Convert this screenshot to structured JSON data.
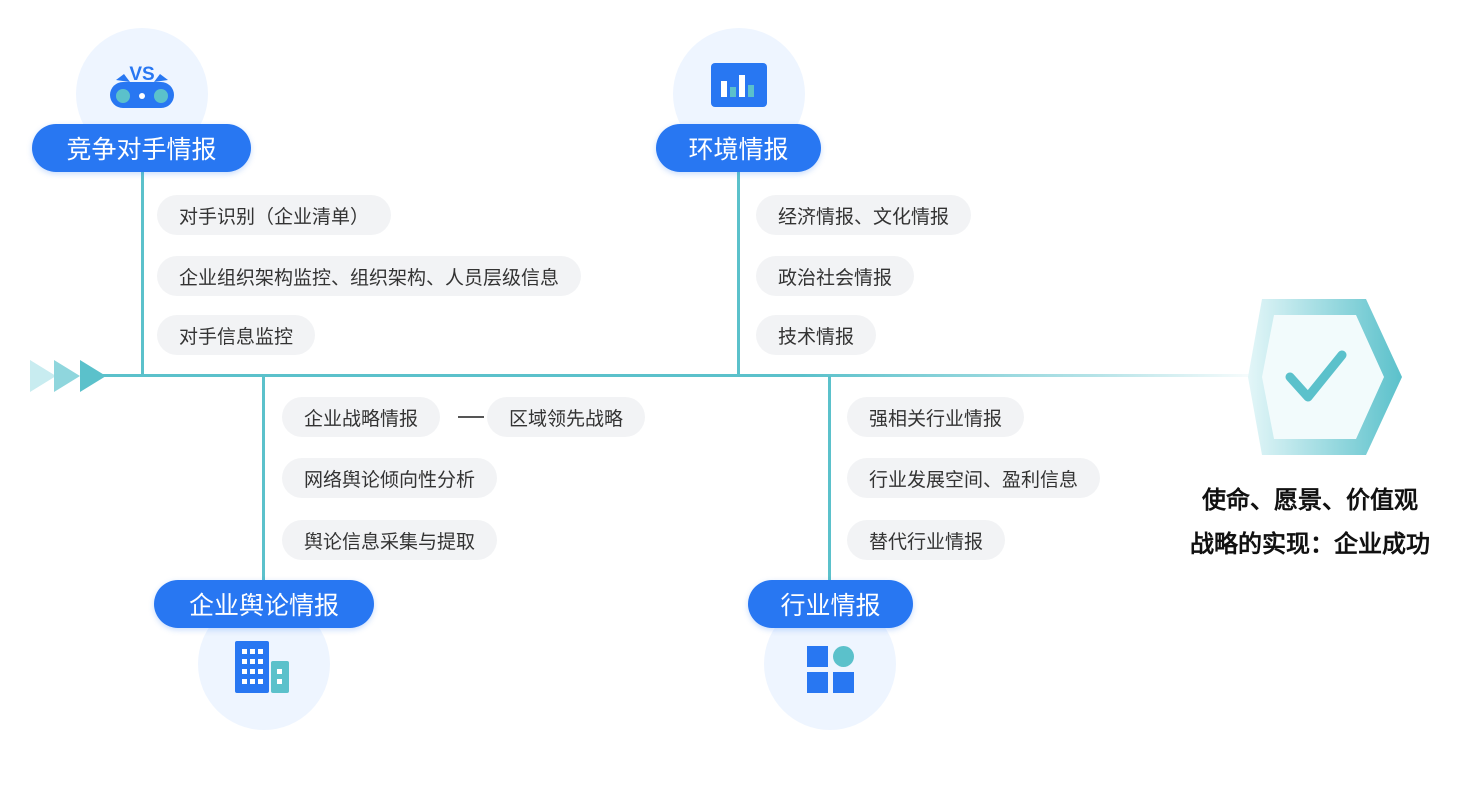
{
  "categories": {
    "competitor": {
      "label": "竞争对手情报",
      "icon": "vs-binoculars-icon",
      "items": [
        "对手识别（企业清单）",
        "企业组织架构监控、组织架构、人员层级信息",
        "对手信息监控"
      ]
    },
    "environment": {
      "label": "环境情报",
      "icon": "bar-chart-icon",
      "items": [
        "经济情报、文化情报",
        "政治社会情报",
        "技术情报"
      ]
    },
    "public_opinion": {
      "label": "企业舆论情报",
      "icon": "buildings-icon",
      "items": [
        "企业战略情报",
        "区域领先战略",
        "网络舆论倾向性分析",
        "舆论信息采集与提取"
      ]
    },
    "industry": {
      "label": "行业情报",
      "icon": "apps-grid-icon",
      "items": [
        "强相关行业情报",
        "行业发展空间、盈利信息",
        "替代行业情报"
      ]
    }
  },
  "goal": {
    "icon": "checkmark-hexagon-icon",
    "line1": "使命、愿景、价值观",
    "line2": "战略的实现：企业成功"
  },
  "colors": {
    "primary": "#2877f2",
    "accent": "#5bc1cb",
    "pill_bg": "#f2f3f5",
    "icon_circle": "#eef5ff"
  }
}
